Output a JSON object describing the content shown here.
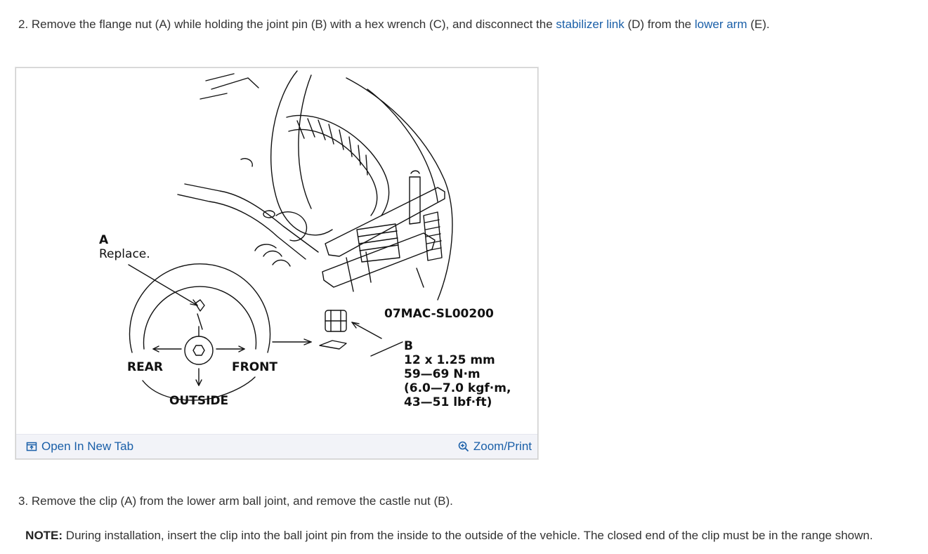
{
  "step2": {
    "part1": "2. Remove the flange nut (A) while holding the joint pin (B) with a hex wrench (C), and disconnect the ",
    "link1": "stabilizer link",
    "part2": " (D) from the ",
    "link2": "lower arm",
    "part3": " (E)."
  },
  "figure": {
    "label_a": "A",
    "label_replace": "Replace.",
    "tool_code": "07MAC-SL00200",
    "label_b": "B",
    "spec_thread": "12 x 1.25 mm",
    "spec_nm": "59—69 N·m",
    "spec_kgf": "(6.0—7.0 kgf·m,",
    "spec_lbf": "43—51 lbf·ft)",
    "rear": "REAR",
    "front": "FRONT",
    "outside": "OUTSIDE",
    "open_new_tab": "Open In New Tab",
    "zoom_print": "Zoom/Print"
  },
  "step3": {
    "text": "3. Remove the clip (A) from the lower arm ball joint, and remove the castle nut (B)."
  },
  "note": {
    "label": "NOTE:",
    "text": " During installation, insert the clip into the ball joint pin from the inside to the outside of the vehicle. The closed end of the clip must be in the range shown."
  },
  "colors": {
    "link": "#1a5fa8",
    "text": "#333333",
    "figbar": "#f2f3f8"
  },
  "icons": {
    "open_tab": "open-new-tab-icon",
    "zoom": "zoom-in-icon"
  }
}
